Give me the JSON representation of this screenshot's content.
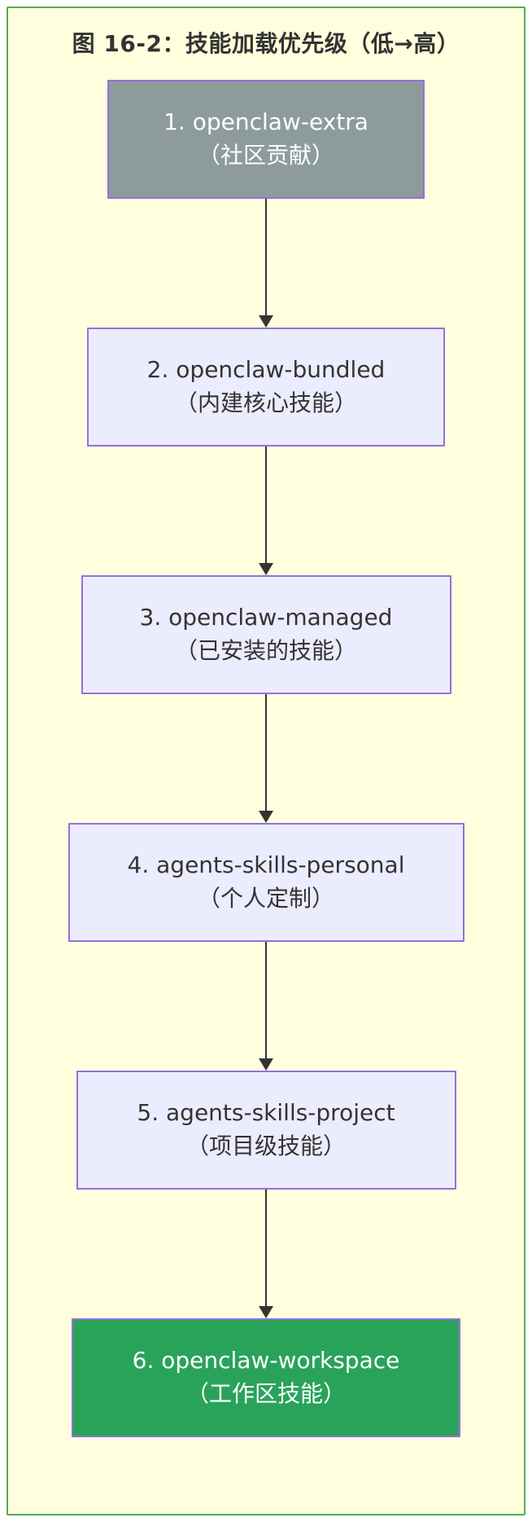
{
  "diagram": {
    "title": "图 16-2：技能加载优先级（低→高）",
    "direction": "top-to-bottom",
    "nodes": [
      {
        "id": 1,
        "name": "1. openclaw-extra",
        "desc": "（社区贡献）",
        "style": "gray"
      },
      {
        "id": 2,
        "name": "2. openclaw-bundled",
        "desc": "（内建核心技能）",
        "style": "default"
      },
      {
        "id": 3,
        "name": "3. openclaw-managed",
        "desc": "（已安装的技能）",
        "style": "default"
      },
      {
        "id": 4,
        "name": "4. agents-skills-personal",
        "desc": "（个人定制）",
        "style": "default"
      },
      {
        "id": 5,
        "name": "5. agents-skills-project",
        "desc": "（项目级技能）",
        "style": "default"
      },
      {
        "id": 6,
        "name": "6. openclaw-workspace",
        "desc": "（工作区技能）",
        "style": "green"
      }
    ],
    "edges": [
      {
        "from": 1,
        "to": 2
      },
      {
        "from": 2,
        "to": 3
      },
      {
        "from": 3,
        "to": 4
      },
      {
        "from": 4,
        "to": 5
      },
      {
        "from": 5,
        "to": 6
      }
    ],
    "colors": {
      "canvas_background": "#FFFFDE",
      "frame_border": "#55AA55",
      "node_default_fill": "#ECECFF",
      "node_border": "#9370DB",
      "node_gray_fill": "#8D9C9B",
      "node_green_fill": "#29A35A",
      "text_dark": "#333333",
      "text_light": "#FFFFFF",
      "arrow": "#333333"
    }
  }
}
